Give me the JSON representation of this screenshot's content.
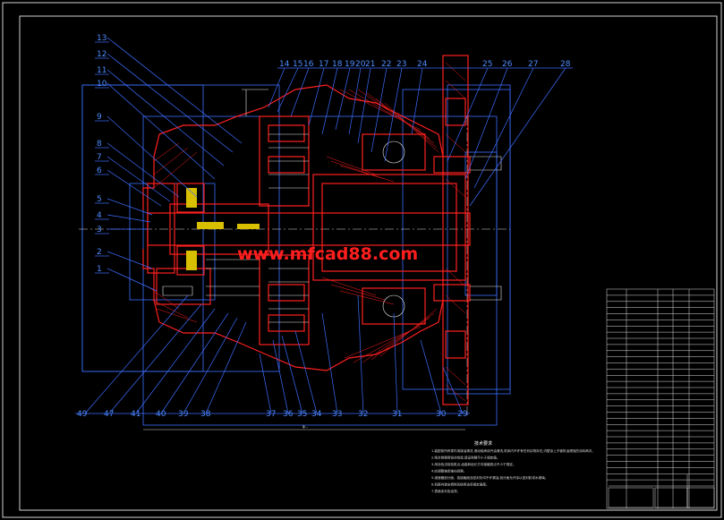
{
  "watermark": "www.mfcad88.com",
  "labels_left": [
    "13",
    "12",
    "11",
    "10",
    "9",
    "8",
    "7",
    "6",
    "5",
    "4",
    "3",
    "2",
    "1"
  ],
  "labels_top": [
    "14",
    "15",
    "16",
    "17",
    "18",
    "19",
    "20",
    "21",
    "22",
    "23",
    "24",
    "25",
    "26",
    "27",
    "28"
  ],
  "labels_bottom": [
    "49",
    "47",
    "41",
    "40",
    "39",
    "38",
    "37",
    "36",
    "35",
    "34",
    "33",
    "32",
    "31",
    "30",
    "29"
  ],
  "tech_req": {
    "title": "技术要求",
    "lines": [
      "1.装配前所有零件用煤油清洗,滚动轴承用汽油清洗,机体内不许有任何杂物存在,内壁涂上不被机油侵蚀的涂料两次。",
      "2.啮合侧隙用铅丝检验,保证侧隙不小于规定值。",
      "3.用涂色法检验斑点,齿高和齿长方向接触斑点不小于规定。",
      "4.应调整轴承轴向间隙。",
      "5.减速器剖分面、各接触面及密封处均不许漏油,剖分面允许涂以密封胶或水玻璃。",
      "6.机座内装全损耗系统用油至规定高度。",
      "7.表面涂灰色油漆。"
    ]
  },
  "dimension_text": "φ...",
  "title_block": {
    "rows": 32
  }
}
